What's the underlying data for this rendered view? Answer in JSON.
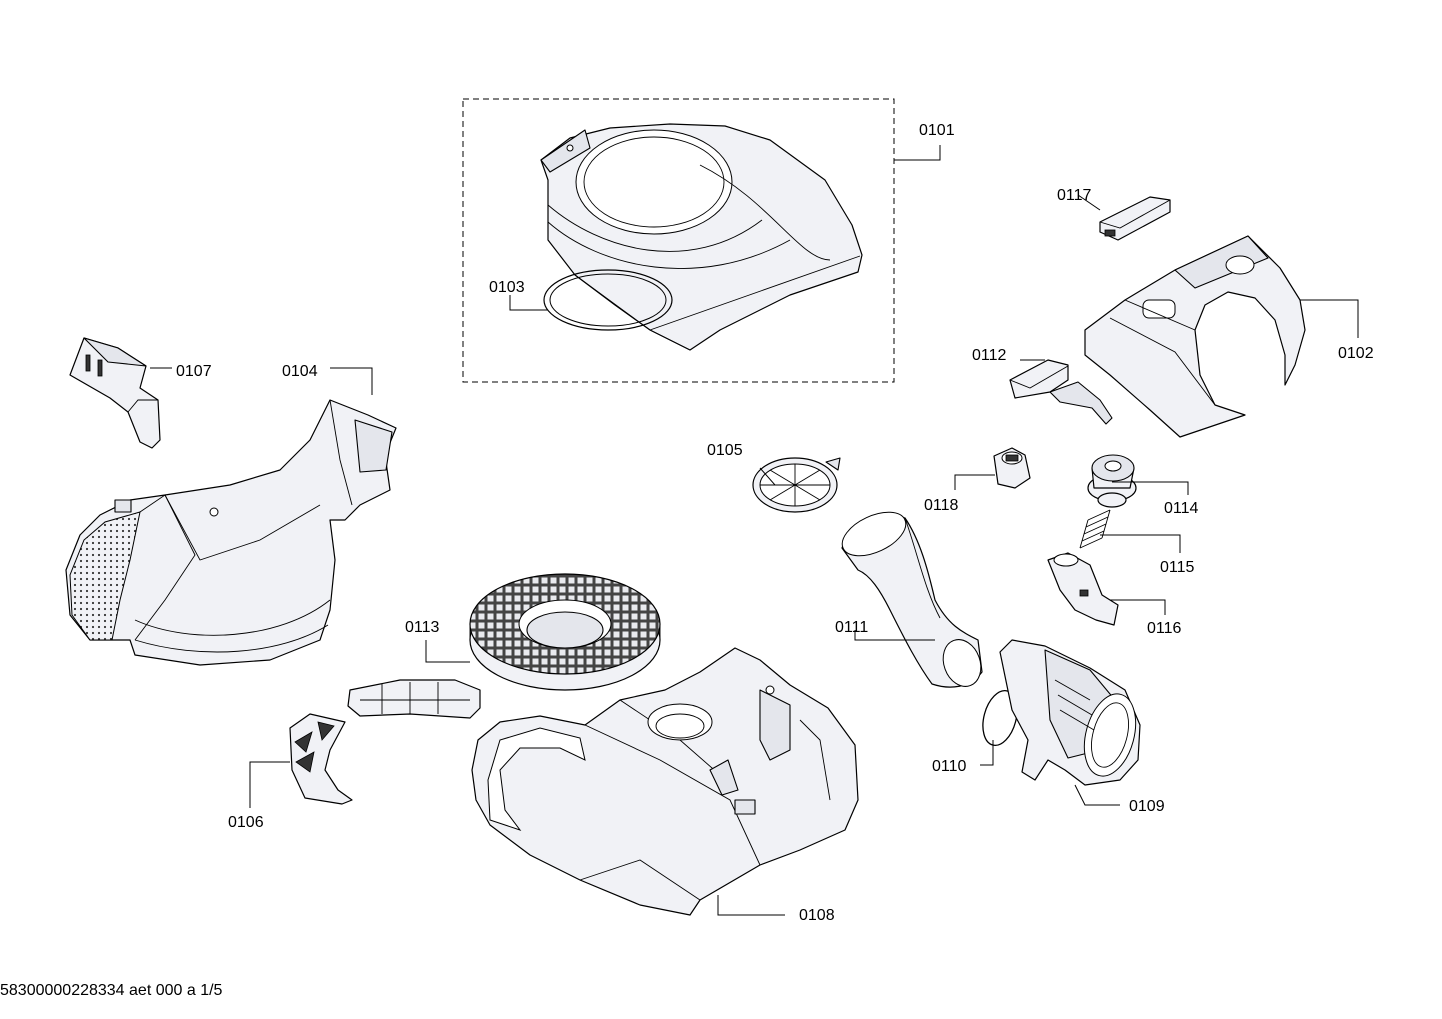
{
  "labels": {
    "p0101": "0101",
    "p0102": "0102",
    "p0103": "0103",
    "p0104": "0104",
    "p0105": "0105",
    "p0106": "0106",
    "p0107": "0107",
    "p0108": "0108",
    "p0109": "0109",
    "p0110": "0110",
    "p0111": "0111",
    "p0112": "0112",
    "p0113": "0113",
    "p0114": "0114",
    "p0115": "0115",
    "p0116": "0116",
    "p0117": "0117",
    "p0118": "0118"
  },
  "footer": "58300000228334 aet 000 a 1/5"
}
